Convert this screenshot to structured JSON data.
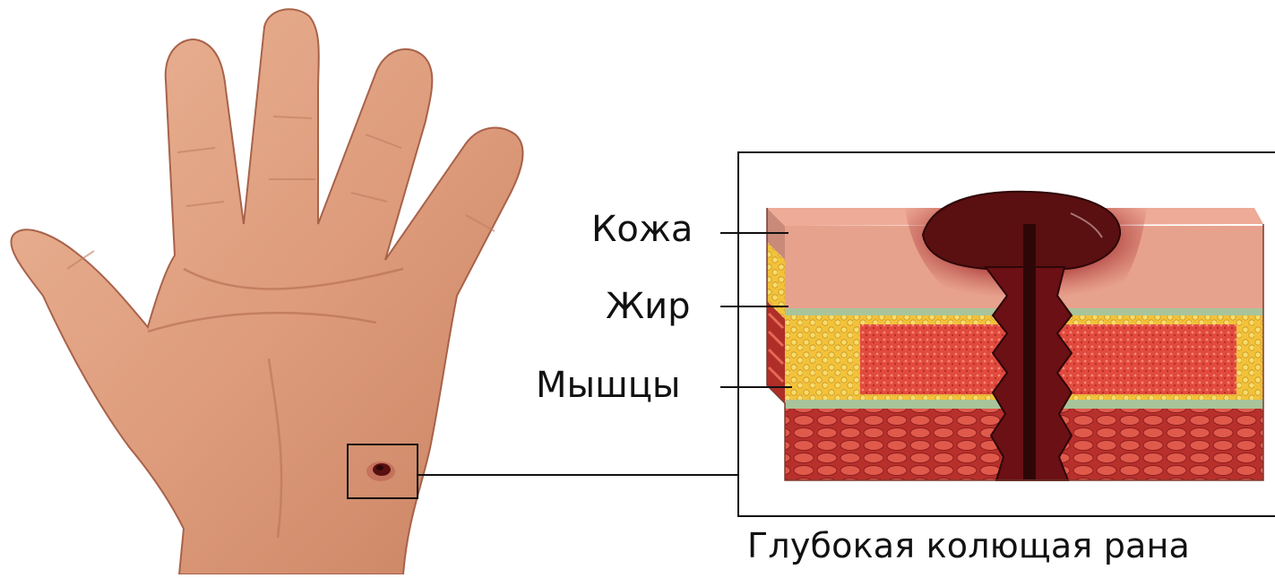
{
  "diagram": {
    "layers": [
      {
        "label": "Кожа",
        "color": "#e7a28d"
      },
      {
        "label": "Жир",
        "color": "#f0c53c"
      },
      {
        "label": "Мышцы",
        "color": "#d9443a"
      }
    ],
    "caption": "Глубокая колющая рана",
    "colors": {
      "skin_tone": "#e1a384",
      "skin_shadow": "#b8704f",
      "wound": "#5a0f10",
      "fascia": "#a9c49a",
      "frame": "#111111"
    }
  }
}
